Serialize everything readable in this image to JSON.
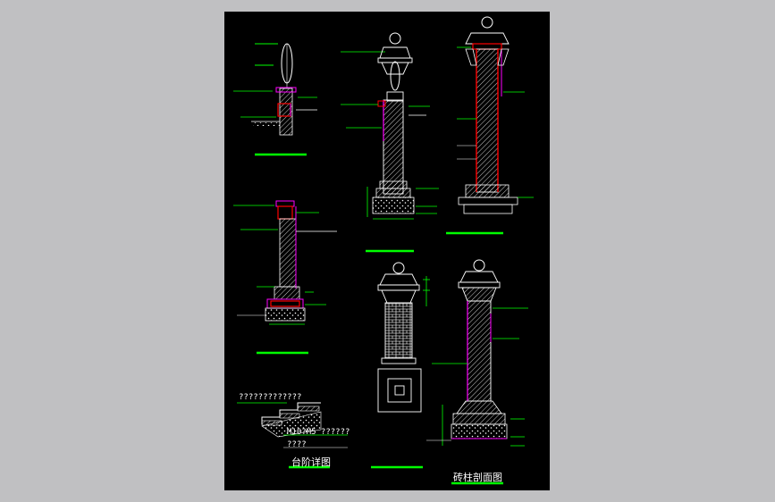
{
  "drawing": {
    "background": "#000000",
    "viewport_bg": "#c0c0c2",
    "colors": {
      "line": "#ffffff",
      "dimension": "#00ff00",
      "section": "#ff0000",
      "finish": "#ff00ff",
      "title_underline": "#00ff00"
    },
    "step_note_1": "?????????????",
    "step_note_2": "M10?M5 ??????",
    "step_note_3": "????",
    "title_step_detail": "台阶详图",
    "title_pillar_section": "砖柱剖面图"
  }
}
